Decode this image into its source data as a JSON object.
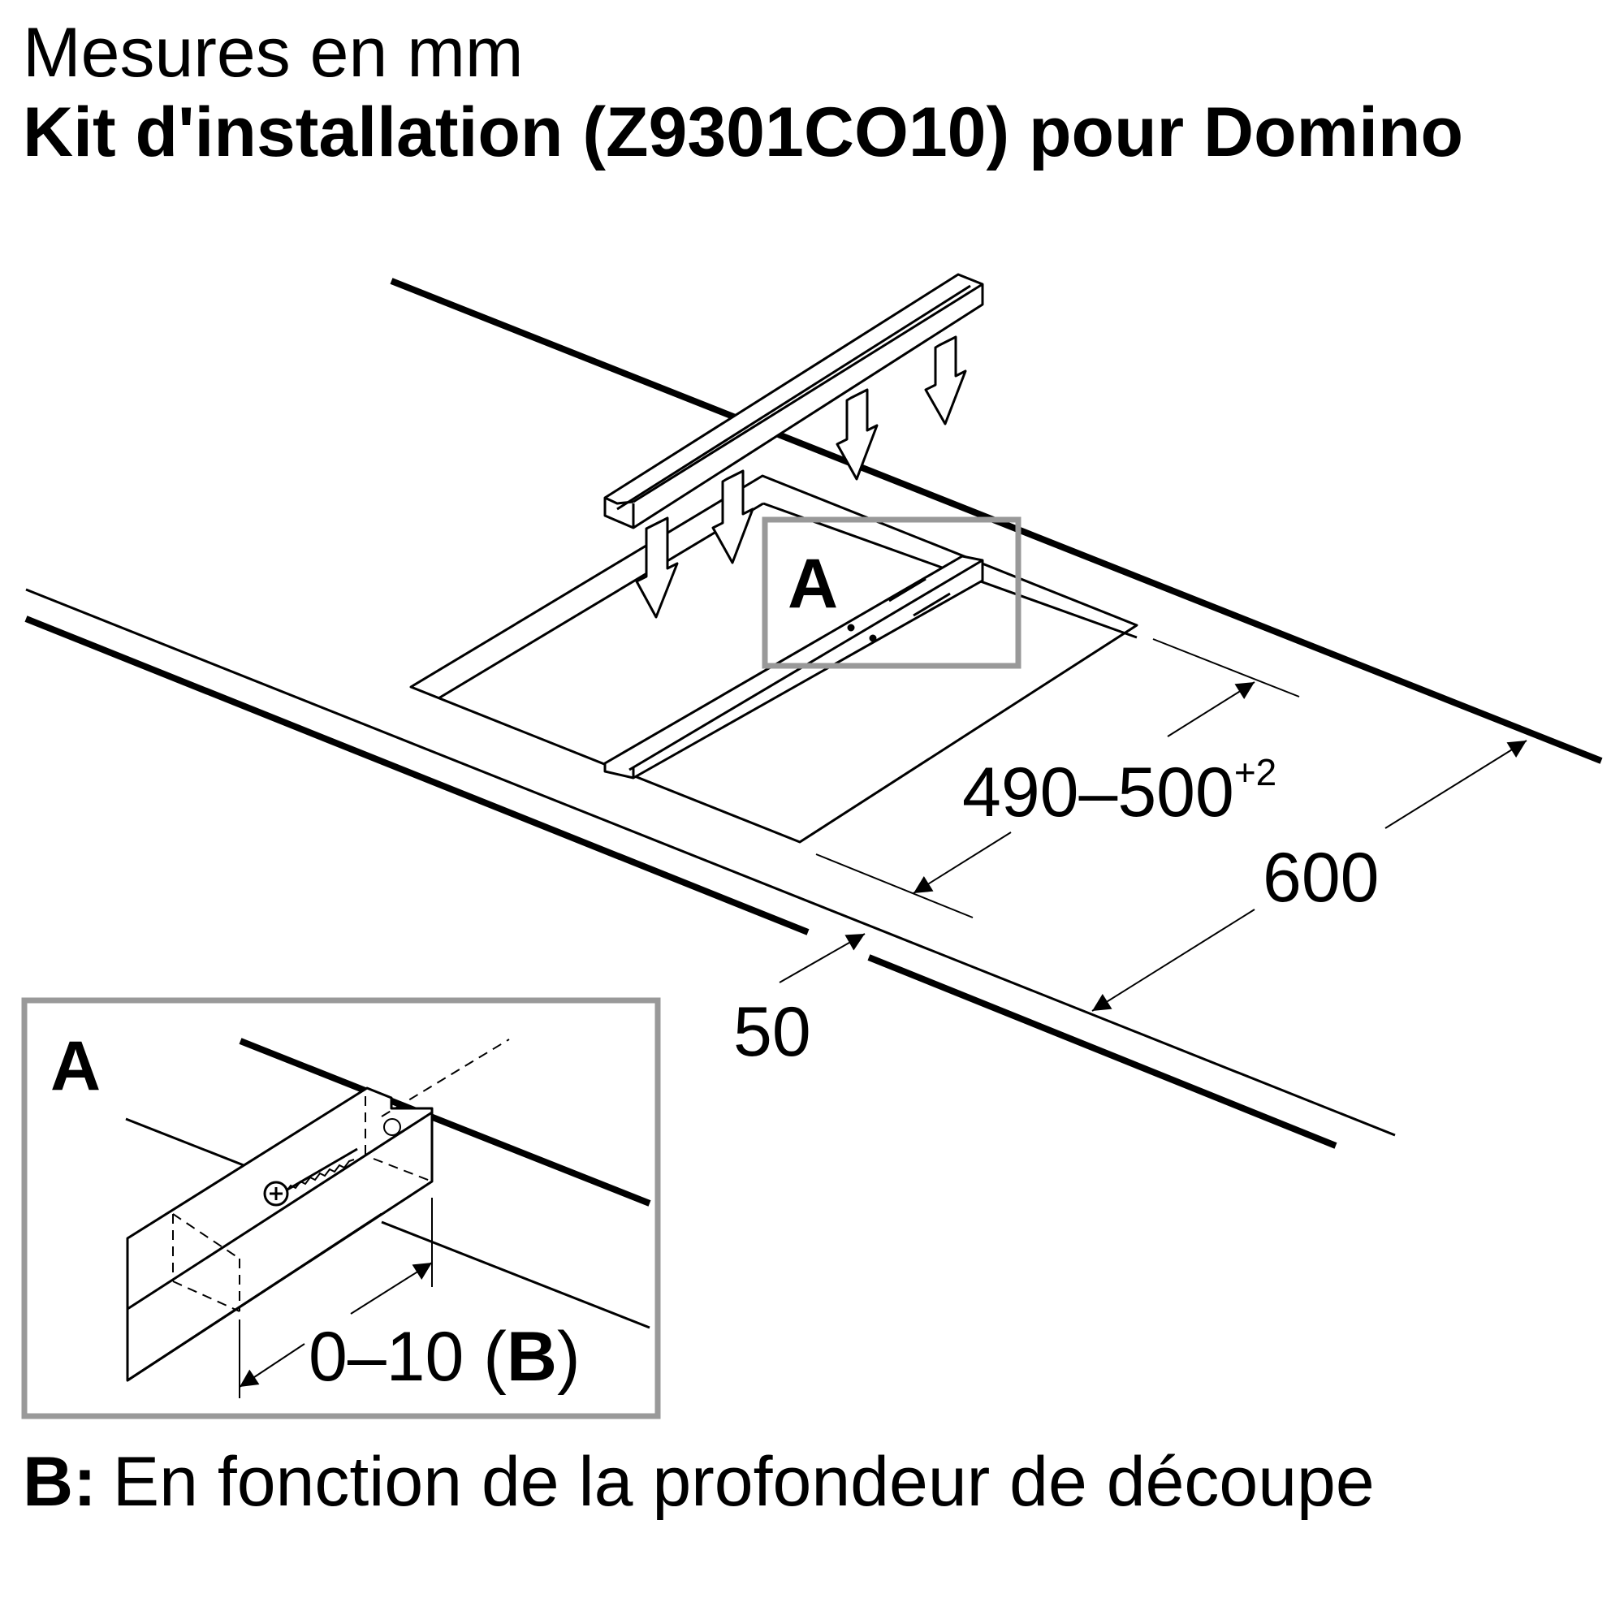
{
  "header": {
    "units_note": "Mesures en mm",
    "title": "Kit d'installation (Z9301CO10) pour Domino"
  },
  "diagram": {
    "detail_label": "A",
    "dimensions": {
      "cutout_width": "490–500",
      "cutout_tolerance": "+2",
      "countertop_depth": "600",
      "front_edge": "50",
      "detail_range": "0–10 (",
      "detail_ref": "B",
      "detail_close": ")"
    }
  },
  "footer": {
    "key": "B:",
    "text": "En fonction de la profondeur de découpe"
  },
  "colors": {
    "lines": "#000000",
    "highlight_frame": "#999999"
  }
}
